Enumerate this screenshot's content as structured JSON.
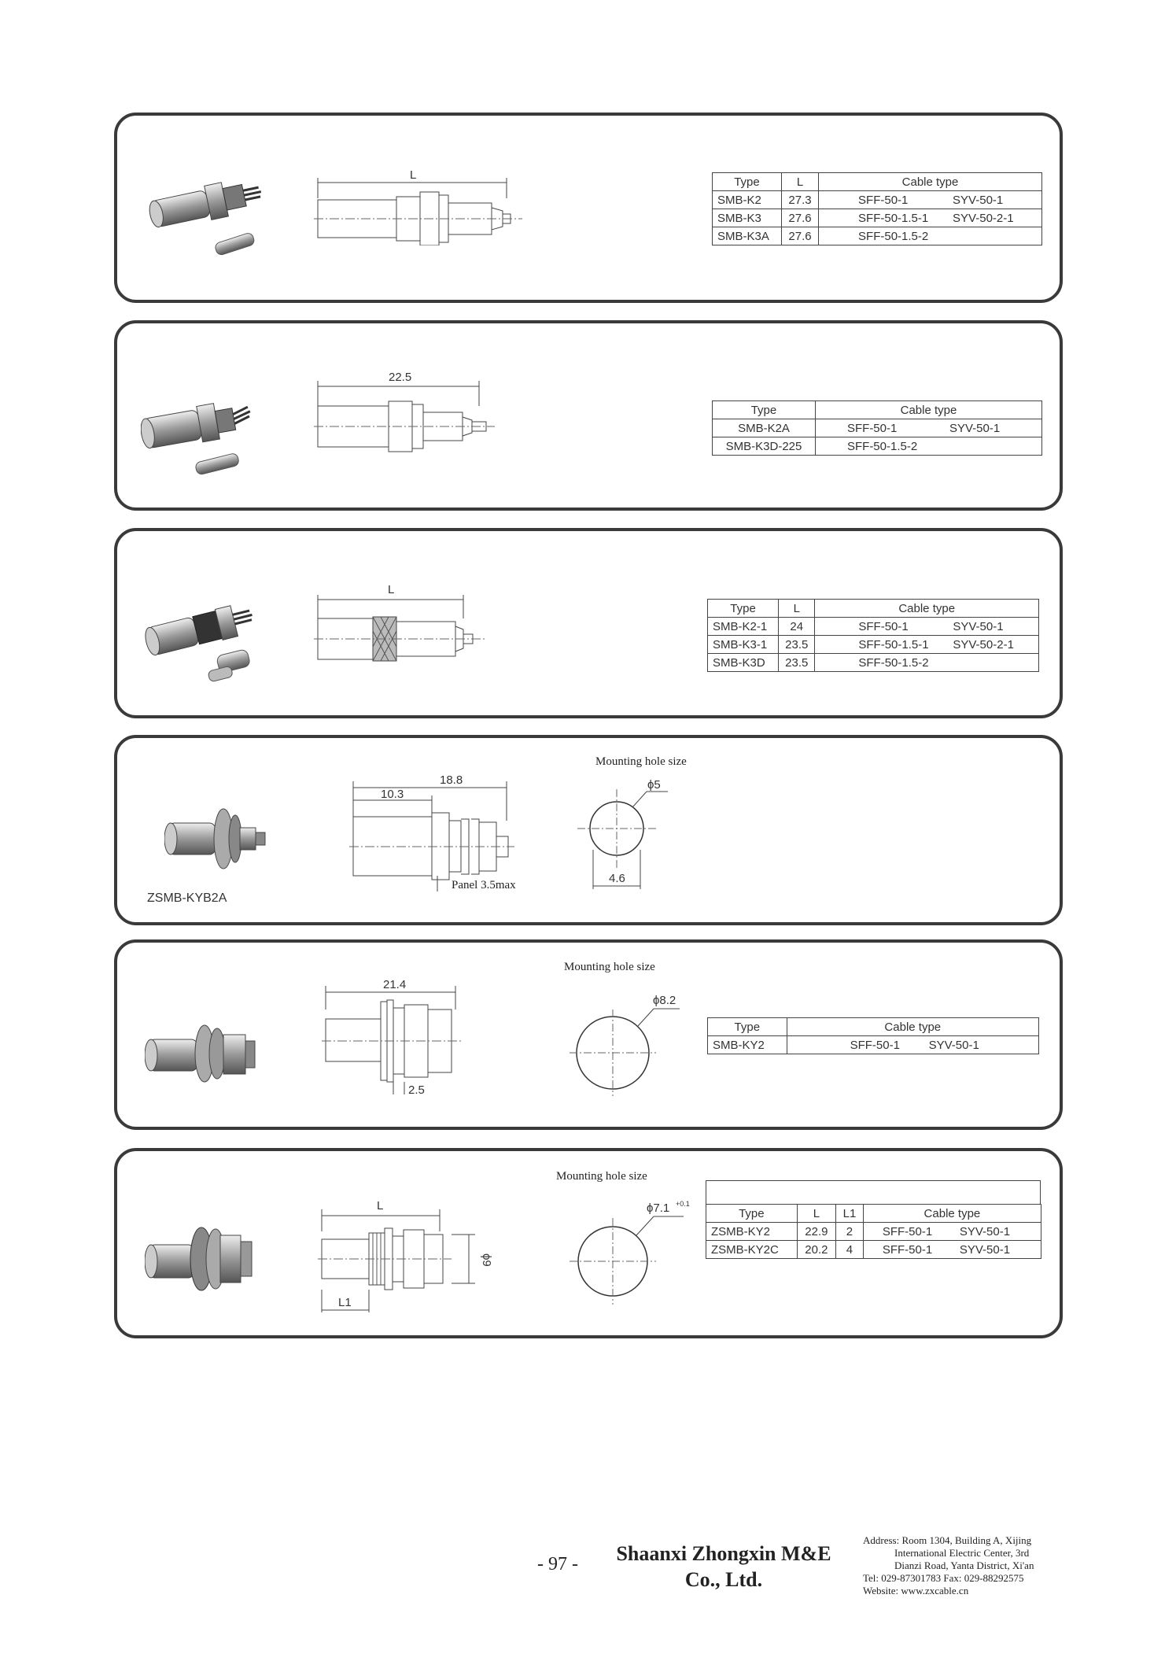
{
  "page_number": "- 97 -",
  "company_line1": "Shaanxi Zhongxin M&E",
  "company_line2": "Co., Ltd.",
  "contact": [
    "Address: Room 1304, Building A, Xijing",
    "International Electric Center, 3rd",
    "Dianzi Road, Yanta District, Xi'an",
    "Tel: 029-87301783   Fax: 029-88292575",
    "Website: www.zxcable.cn"
  ],
  "panels": [
    {
      "dim_label": "L",
      "headers": [
        "Type",
        "L",
        "Cable type"
      ],
      "rows": [
        {
          "type": "SMB-K2",
          "l": "27.3",
          "cable_a": "SFF-50-1",
          "cable_b": "SYV-50-1"
        },
        {
          "type": "SMB-K3",
          "l": "27.6",
          "cable_a": "SFF-50-1.5-1",
          "cable_b": "SYV-50-2-1"
        },
        {
          "type": "SMB-K3A",
          "l": "27.6",
          "cable_a": "SFF-50-1.5-2",
          "cable_b": ""
        }
      ]
    },
    {
      "dim_label": "22.5",
      "headers": [
        "Type",
        "Cable type"
      ],
      "rows": [
        {
          "type": "SMB-K2A",
          "cable_a": "SFF-50-1",
          "cable_b": "SYV-50-1"
        },
        {
          "type": "SMB-K3D-225",
          "cable_a": "SFF-50-1.5-2",
          "cable_b": ""
        }
      ]
    },
    {
      "dim_label": "L",
      "headers": [
        "Type",
        "L",
        "Cable type"
      ],
      "rows": [
        {
          "type": "SMB-K2-1",
          "l": "24",
          "cable_a": "SFF-50-1",
          "cable_b": "SYV-50-1"
        },
        {
          "type": "SMB-K3-1",
          "l": "23.5",
          "cable_a": "SFF-50-1.5-1",
          "cable_b": "SYV-50-2-1"
        },
        {
          "type": "SMB-K3D",
          "l": "23.5",
          "cable_a": "SFF-50-1.5-2",
          "cable_b": ""
        }
      ]
    },
    {
      "mounting_label": "Mounting hole size",
      "dim_total": "18.8",
      "dim_body": "10.3",
      "panel_note": "Panel 3.5max",
      "hole_dia": "ϕ5",
      "hole_flat": "4.6",
      "model": "ZSMB-KYB2A"
    },
    {
      "mounting_label": "Mounting hole size",
      "dim_total": "21.4",
      "dim_small": "2.5",
      "hole_dia": "ϕ8.2",
      "headers": [
        "Type",
        "Cable type"
      ],
      "rows": [
        {
          "type": "SMB-KY2",
          "cable_a": "SFF-50-1",
          "cable_b": "SYV-50-1"
        }
      ]
    },
    {
      "mounting_label": "Mounting hole size",
      "dim_total": "L",
      "dim_l1": "L1",
      "dim_height": "ϕ9",
      "hole_dia": "ϕ7.1",
      "hole_tol": "+0.1",
      "headers": [
        "Type",
        "L",
        "L1",
        "Cable type"
      ],
      "rows": [
        {
          "type": "ZSMB-KY2",
          "l": "22.9",
          "l1": "2",
          "cable_a": "SFF-50-1",
          "cable_b": "SYV-50-1"
        },
        {
          "type": "ZSMB-KY2C",
          "l": "20.2",
          "l1": "4",
          "cable_a": "SFF-50-1",
          "cable_b": "SYV-50-1"
        }
      ]
    }
  ]
}
